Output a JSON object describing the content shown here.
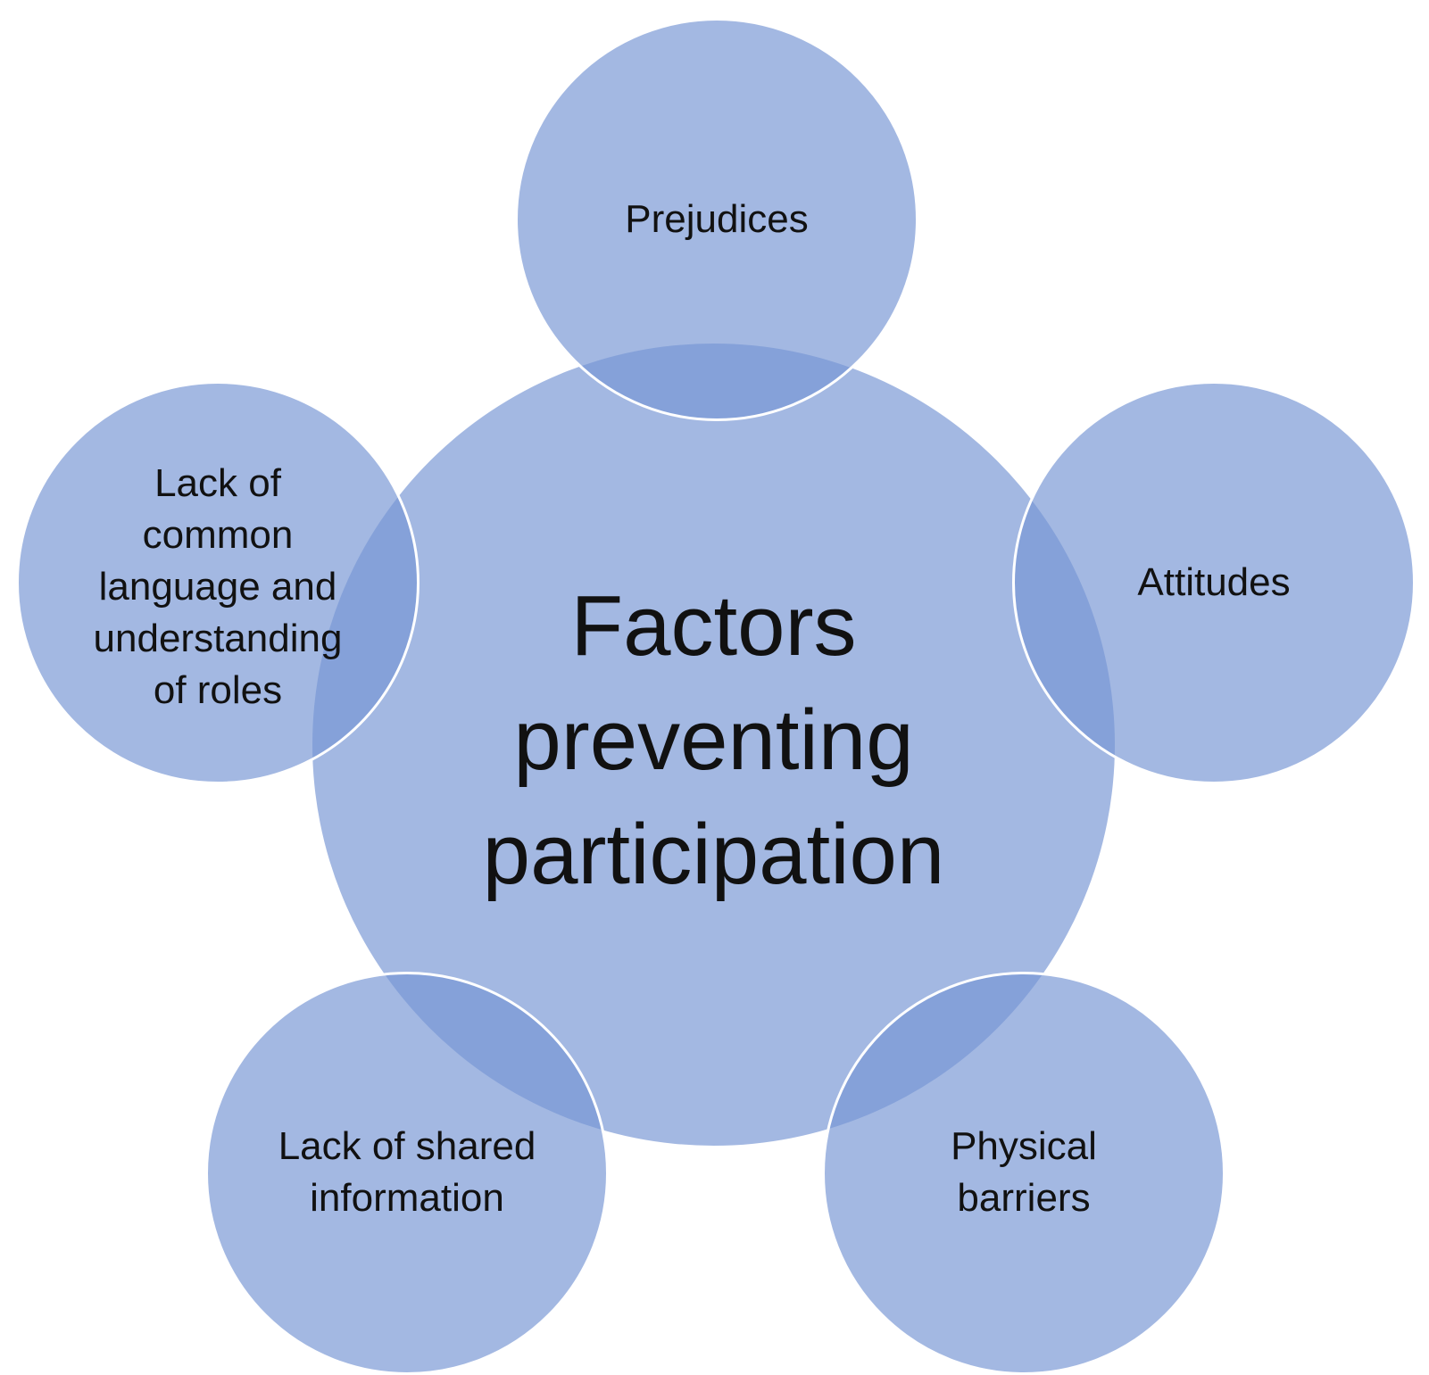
{
  "diagram": {
    "center": {
      "lines": [
        "Factors",
        "preventing",
        "participation"
      ]
    },
    "factors": [
      {
        "id": "prejudices",
        "lines": [
          "Prejudices"
        ]
      },
      {
        "id": "attitudes",
        "lines": [
          "Attitudes"
        ]
      },
      {
        "id": "physical-barriers",
        "lines": [
          "Physical",
          "barriers"
        ]
      },
      {
        "id": "lack-shared-information",
        "lines": [
          "Lack of shared",
          "information"
        ]
      },
      {
        "id": "lack-common-language",
        "lines": [
          "Lack of",
          "common",
          "language and",
          "understanding",
          "of roles"
        ]
      }
    ],
    "colors": {
      "circle_fill": "#A3B8E1",
      "overlap_fill": "#7595D0",
      "text": "#111111",
      "outline": "#FFFFFF"
    }
  }
}
